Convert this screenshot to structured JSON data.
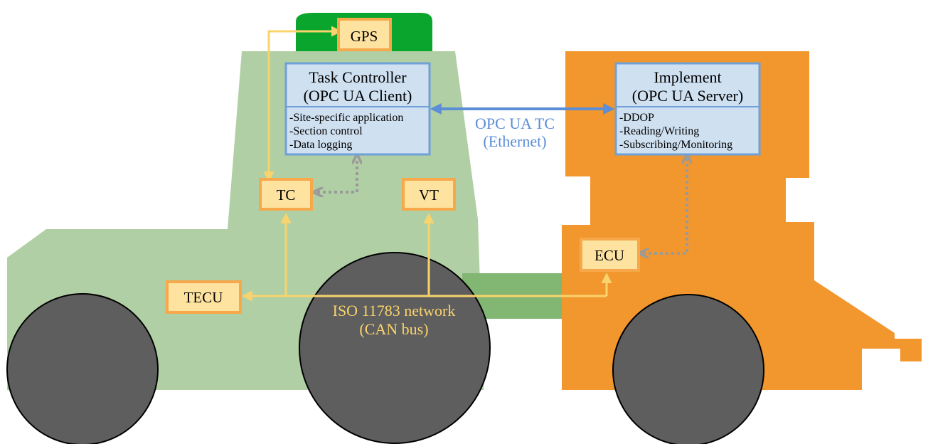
{
  "colors": {
    "tractor_body": "#b1cfa4",
    "gps_dome": "#0aa52c",
    "hitch": "#82b673",
    "implement_body": "#f2962e",
    "wheel": "#5e5e5e",
    "controller_box_fill": "#cfe0f1",
    "controller_box_stroke": "#6fa0d8",
    "ecu_box_fill": "#fde39f",
    "ecu_box_stroke": "#f6a84a",
    "can_line": "#f9d36c",
    "opc_line": "#5b8ed6",
    "opc_text": "#5b8ed6",
    "can_text": "#f9d36c",
    "dotted_line": "#9a9a9a"
  },
  "gps": {
    "label": "GPS"
  },
  "task_controller": {
    "title_line1": "Task Controller",
    "title_line2": "(OPC UA Client)",
    "items": [
      "-Site-specific application",
      "-Section control",
      "-Data logging"
    ]
  },
  "implement": {
    "title_line1": "Implement",
    "title_line2": "(OPC UA Server)",
    "items": [
      "-DDOP",
      "-Reading/Writing",
      "-Subscribing/Monitoring"
    ]
  },
  "opc_link": {
    "line1": "OPC UA TC",
    "line2": "(Ethernet)"
  },
  "can_network": {
    "line1": "ISO 11783 network",
    "line2": "(CAN bus)"
  },
  "nodes": {
    "tc": "TC",
    "vt": "VT",
    "tecu": "TECU",
    "ecu": "ECU"
  }
}
